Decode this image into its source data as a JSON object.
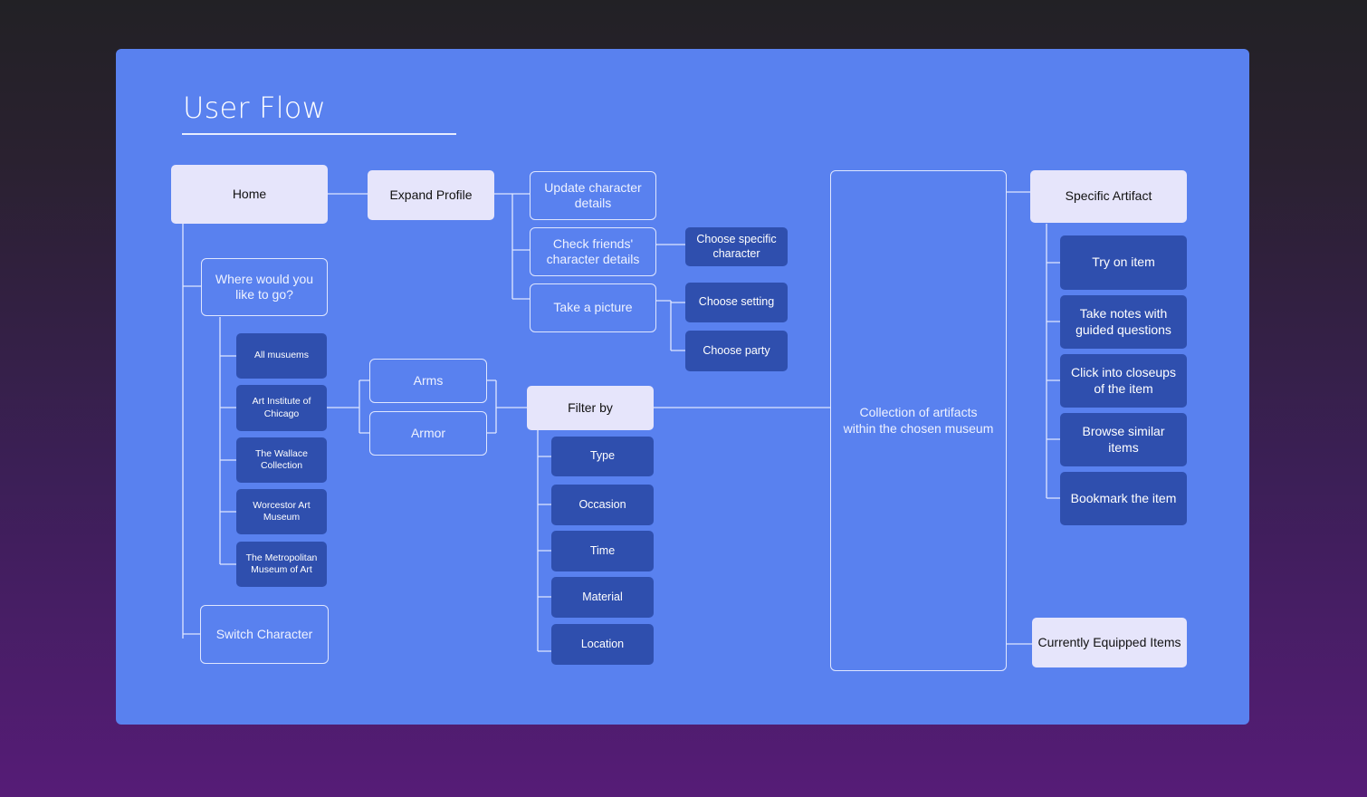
{
  "title": "User Flow",
  "nodes": {
    "home": "Home",
    "expand_profile": "Expand Profile",
    "update_details": "Update character details",
    "check_friends": "Check friends' character details",
    "take_picture": "Take a picture",
    "choose_character": "Choose specific character",
    "choose_setting": "Choose setting",
    "choose_party": "Choose party",
    "where_go": "Where would you like to go?",
    "museums": [
      "All musuems",
      "Art Institute of Chicago",
      "The Wallace Collection",
      "Worcestor Art Museum",
      "The Metropolitan Museum of Art"
    ],
    "arms": "Arms",
    "armor": "Armor",
    "filter_by": "Filter by",
    "filters": [
      "Type",
      "Occasion",
      "Time",
      "Material",
      "Location"
    ],
    "switch_character": "Switch Character",
    "collection": "Collection of artifacts within the chosen museum",
    "specific_artifact": "Specific Artifact",
    "artifact_actions": [
      "Try on item",
      "Take notes with guided questions",
      "Click into closeups of the item",
      "Browse similar items",
      "Bookmark the item"
    ],
    "equipped": "Currently Equipped Items"
  },
  "colors": {
    "board": "#5981ef",
    "light_node": "#e6e5fb",
    "dark_node": "#2f4fae",
    "connector": "#dfe6ff"
  }
}
